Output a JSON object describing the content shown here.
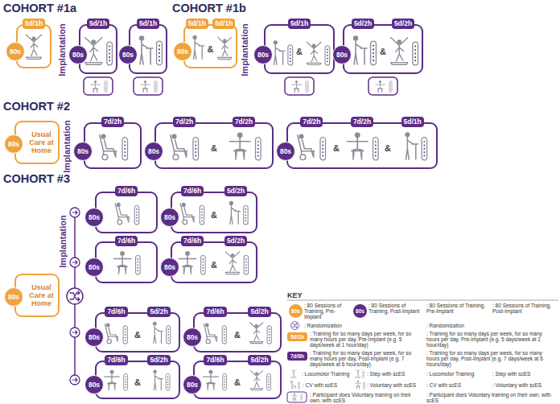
{
  "diagram": {
    "nodes": [
      {
        "text": [
          "5d/1h"
        ]
      },
      {
        "text": [
          "80s"
        ],
        "in": 0
      },
      {
        "text": [
          "5d/1h"
        ]
      },
      {
        "text": [
          "80s"
        ],
        "in": 2
      },
      {
        "text": [
          "5d/1h"
        ]
      },
      {
        "text": [
          "80s"
        ],
        "in": 4
      },
      {
        "text": [
          "5d/1h",
          "5d/1h",
          "&"
        ]
      },
      {
        "text": [
          "80s"
        ],
        "in": 6
      },
      {
        "text": [
          "5d/1h",
          "&"
        ]
      },
      {
        "text": [
          "80s"
        ],
        "in": 8
      },
      {
        "text": [
          "5d/2h",
          "5d/2h",
          "&"
        ]
      },
      {
        "text": [
          "80s"
        ],
        "in": 10
      },
      {
        "text": [
          "Usual Care at Home"
        ]
      },
      {
        "text": [
          "80s"
        ],
        "in": 12
      },
      {
        "text": [
          "7d/2h"
        ]
      },
      {
        "text": [
          "80s"
        ],
        "in": 14
      },
      {
        "text": [
          "7d/2h",
          "7d/2h",
          "&"
        ]
      },
      {
        "text": [
          "80s"
        ],
        "in": 16
      },
      {
        "text": [
          "7d/2h",
          "7d/2h",
          "5d/1h",
          "&",
          "&"
        ]
      },
      {
        "text": [
          "80s"
        ],
        "in": 18
      },
      {
        "text": [
          "Usual Care at Home"
        ]
      },
      {
        "text": [
          "80s"
        ],
        "in": 20
      },
      {
        "text": [
          "7d/6h"
        ]
      },
      {
        "text": [
          "80s"
        ],
        "in": 22
      },
      {
        "text": [
          "7d/6h",
          "5d/2h",
          "&"
        ]
      },
      {
        "text": [
          "80s"
        ],
        "in": 24
      },
      {
        "text": [
          "7d/6h"
        ]
      },
      {
        "text": [
          "80s"
        ],
        "in": 26
      },
      {
        "text": [
          "7d/6h",
          "5d/2h",
          "&"
        ]
      },
      {
        "text": [
          "80s"
        ],
        "in": 28
      },
      {
        "text": [
          "7d/6h",
          "5d/2h",
          "&"
        ]
      },
      {
        "text": [
          "80s"
        ],
        "in": 30
      },
      {
        "text": [
          "7d/6h",
          "5d/2h",
          "&"
        ]
      },
      {
        "text": [
          "80s"
        ],
        "in": 32
      },
      {
        "text": [
          "7d/6h",
          "5d/2h",
          "&"
        ]
      },
      {
        "text": [
          "80s"
        ],
        "in": 34
      },
      {
        "text": [
          "7d/6h",
          "5d/2h",
          "&"
        ]
      },
      {
        "text": [
          "80s"
        ],
        "in": 36
      }
    ],
    "labels": [
      "COHORT #1a",
      "COHORT #1b",
      "COHORT #2",
      "COHORT #3",
      "Implantation",
      "Implantation",
      "Implantation",
      "Implantation",
      "KEY",
      "80s",
      "80s",
      "5d/1h",
      "7d/6h",
      ": 80 Sessions of Training, Pre-Implant",
      ": 80 Sessions of Training, Post-Implant",
      ": Randomization",
      ": Training for so many days per week, for so many hours per day, Pre-Implant (e.g. 5 days/week at 1 hour/day)",
      ": Training for so many days per week, for so many hours per day, Post-Implant (e.g. 7 days/week at 6 hours/day)",
      ": Locomotor Training",
      ": Step with scES",
      ": CV with scES",
      ": Voluntary with scES",
      ": Participant does Voluntary training on their own, with scES"
    ],
    "legend": [
      {
        "text": ": 80 Sessions of Training, Pre-Implant",
        "color": "#f0a23b"
      },
      {
        "text": ": 80 Sessions of Training, Post-Implant",
        "color": "#5b2d86"
      },
      {
        "text": ": Randomization"
      },
      {
        "text": ": Training for so many days per week, for so many hours per day, Pre-Implant (e.g. 5 days/week at 1 hour/day)",
        "color": "#f0a23b"
      },
      {
        "text": ": Training for so many days per week, for so many hours per day, Post-Implant (e.g. 7 days/week at 6 hours/day)",
        "color": "#5b2d86"
      },
      {
        "text": ": Locomotor Training"
      },
      {
        "text": ": Step with scES"
      },
      {
        "text": ": CV with scES"
      },
      {
        "text": ": Voluntary with scES"
      },
      {
        "text": ": Participant does Voluntary training on their own, with scES"
      }
    ]
  }
}
